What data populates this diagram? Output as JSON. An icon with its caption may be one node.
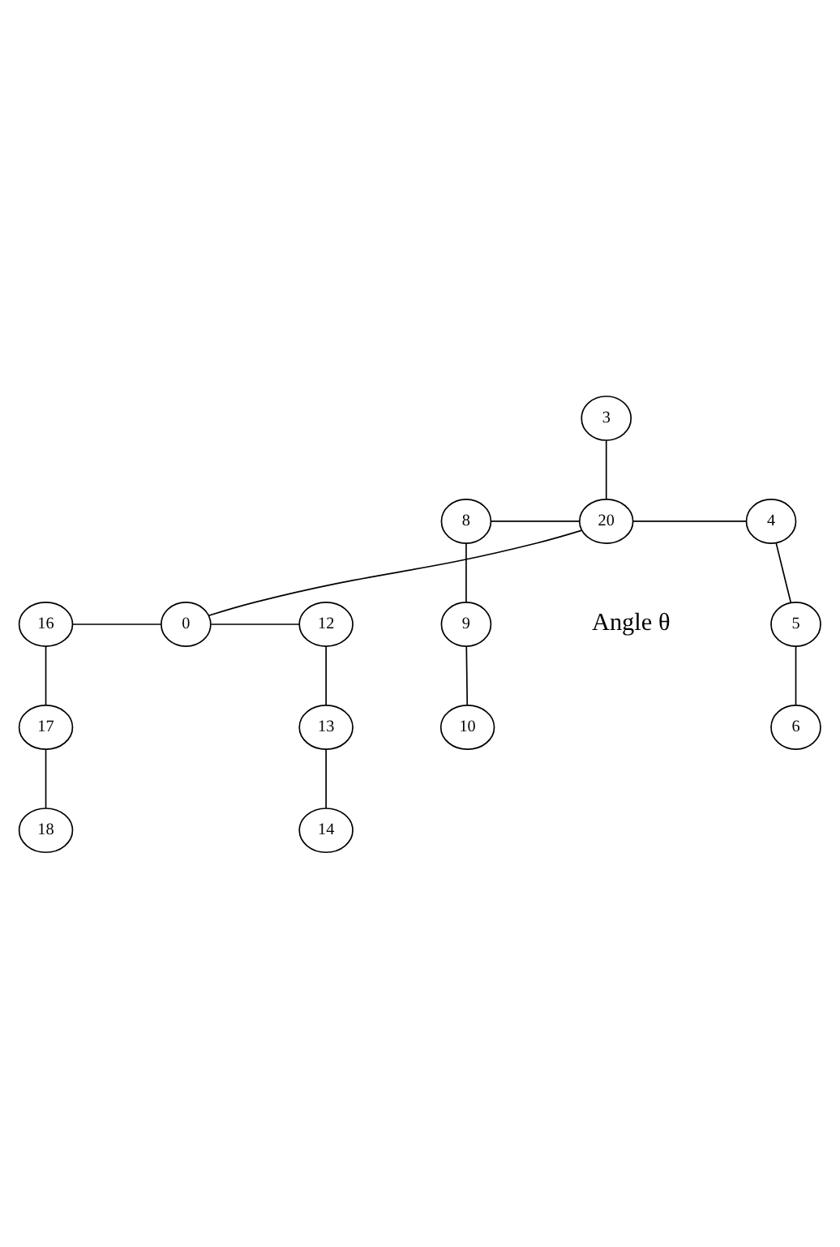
{
  "diagram": {
    "nodes": [
      {
        "text": [
          "3"
        ]
      },
      {
        "text": [
          "8"
        ]
      },
      {
        "text": [
          "20"
        ]
      },
      {
        "text": [
          "4"
        ]
      },
      {
        "text": [
          "9"
        ]
      },
      {
        "text": [
          "5"
        ]
      },
      {
        "text": [
          "10"
        ]
      },
      {
        "text": [
          "6"
        ]
      },
      {
        "text": [
          "16"
        ]
      },
      {
        "text": [
          "0"
        ]
      },
      {
        "text": [
          "12"
        ]
      },
      {
        "text": [
          "17"
        ]
      },
      {
        "text": [
          "13"
        ]
      },
      {
        "text": [
          "18"
        ]
      },
      {
        "text": [
          "14"
        ]
      }
    ],
    "edges": [
      {
        "from": 0,
        "to": 2,
        "arrow": "none"
      },
      {
        "from": 1,
        "to": 2,
        "arrow": "none"
      },
      {
        "from": 2,
        "to": 3,
        "arrow": "none"
      },
      {
        "from": 1,
        "to": 4,
        "arrow": "none"
      },
      {
        "from": 4,
        "to": 6,
        "arrow": "none"
      },
      {
        "from": 3,
        "to": 5,
        "arrow": "none"
      },
      {
        "from": 5,
        "to": 7,
        "arrow": "none"
      },
      {
        "from": 2,
        "to": 9,
        "arrow": "none"
      },
      {
        "from": 8,
        "to": 9,
        "arrow": "none"
      },
      {
        "from": 9,
        "to": 10,
        "arrow": "none"
      },
      {
        "from": 8,
        "to": 11,
        "arrow": "none"
      },
      {
        "from": 11,
        "to": 13,
        "arrow": "none"
      },
      {
        "from": 10,
        "to": 12,
        "arrow": "none"
      },
      {
        "from": 12,
        "to": 14,
        "arrow": "none"
      }
    ],
    "labels": [
      "Angle θ"
    ]
  }
}
